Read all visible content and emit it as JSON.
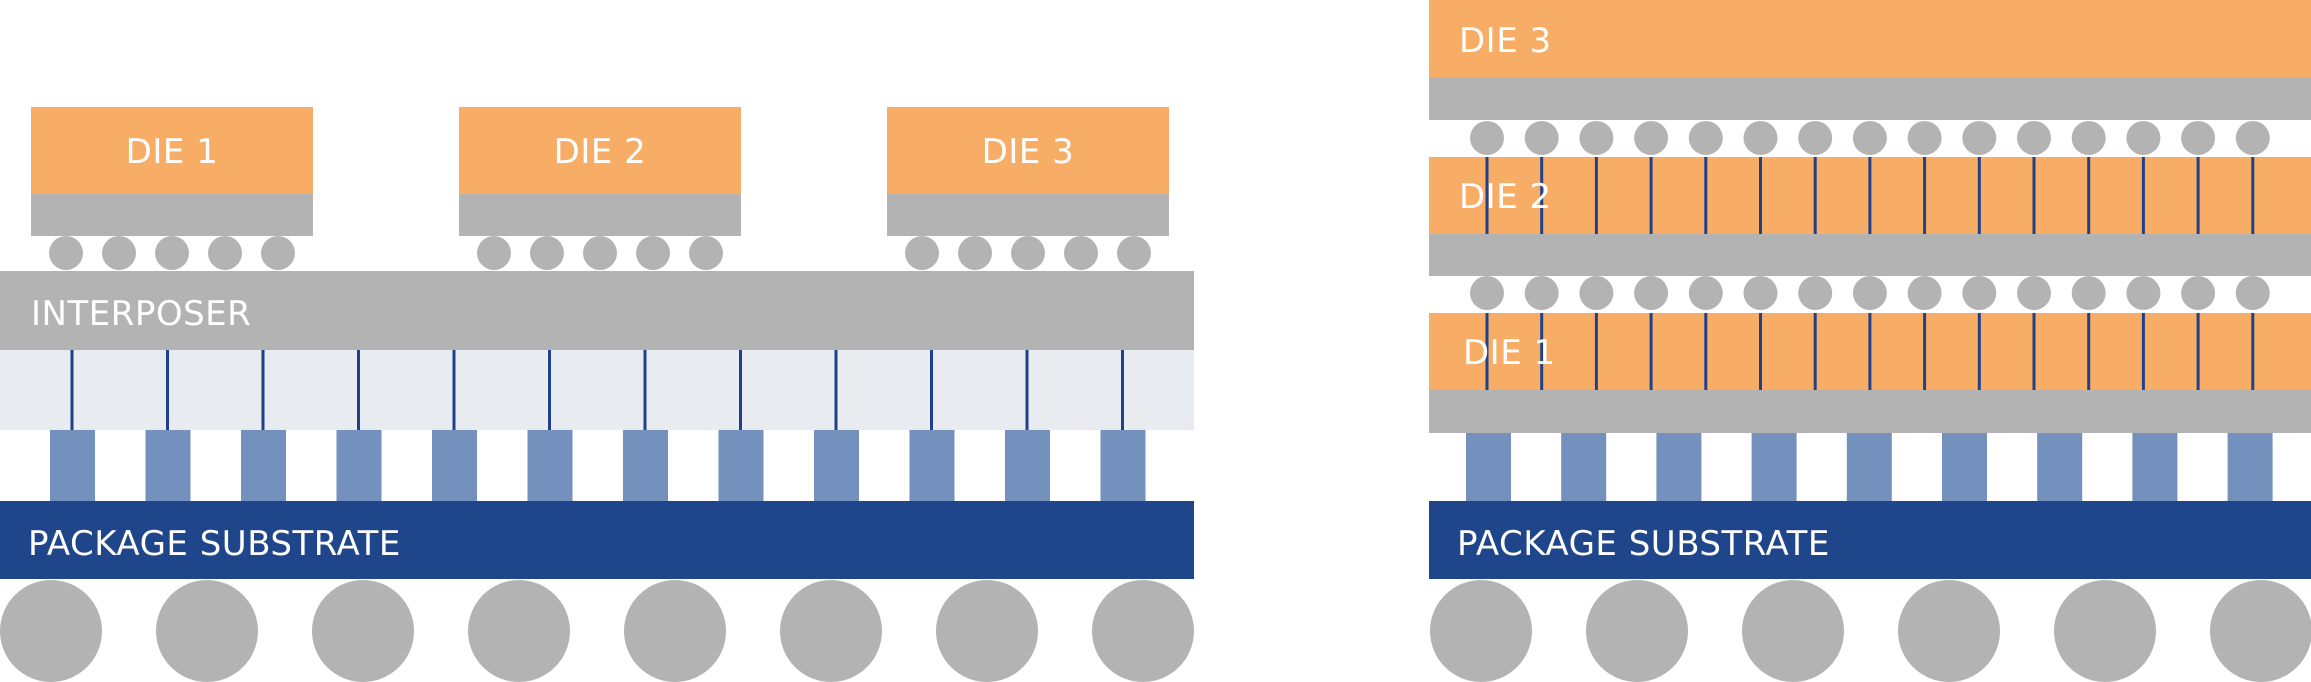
{
  "colors": {
    "die": "#F8AD67",
    "gray_layer": "#B3B3B3",
    "bump": "#B3B3B3",
    "interposer_body": "#E8ECF1",
    "tsv_line": "#1F418A",
    "pillar": "#7391BC",
    "substrate": "#1F458A",
    "label": "#FFFFFF"
  },
  "left_assembly": {
    "dies": [
      {
        "label": "DIE 1"
      },
      {
        "label": "DIE 2"
      },
      {
        "label": "DIE 3"
      }
    ],
    "micro_bumps_per_die": 5,
    "interposer_label": "INTERPOSER",
    "tsv_count": 12,
    "pillar_count": 12,
    "substrate_label": "PACKAGE SUBSTRATE",
    "ball_count": 8
  },
  "right_assembly": {
    "dies": [
      {
        "label": "DIE 3"
      },
      {
        "label": "DIE 2"
      },
      {
        "label": "DIE 1"
      }
    ],
    "bumps_per_row": 15,
    "tsvs_per_die": 15,
    "pillar_count": 9,
    "substrate_label": "PACKAGE SUBSTRATE",
    "ball_count": 6
  }
}
